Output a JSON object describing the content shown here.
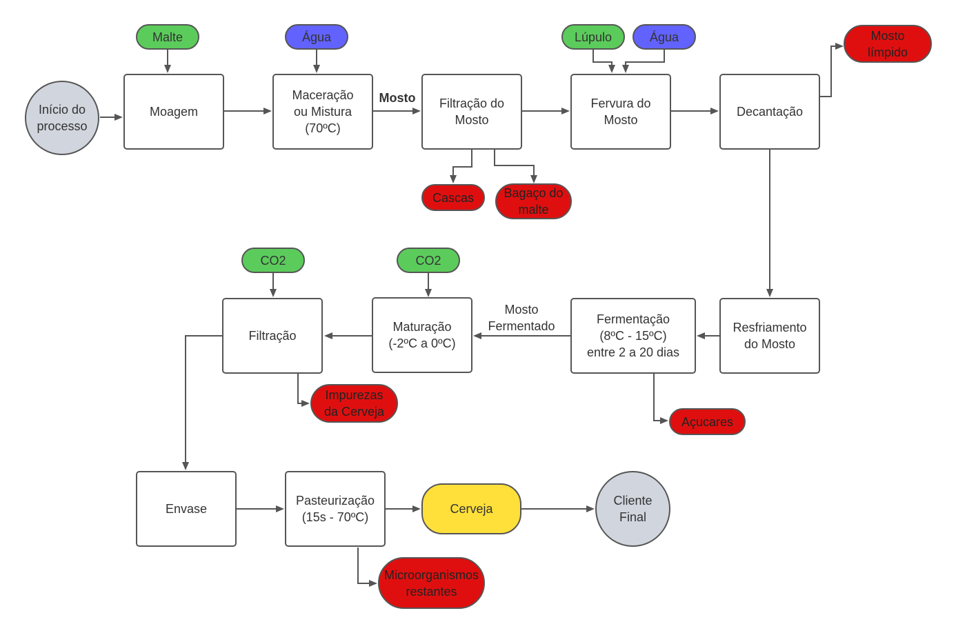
{
  "colors": {
    "input_green": "#5bcc5b",
    "input_blue": "#6262ff",
    "output_red": "#e00f0f",
    "product_yellow": "#ffe03a",
    "terminal_gray": "#d1d6de",
    "edge": "#555555"
  },
  "nodes": {
    "inicio": "Início do\nprocesso",
    "malte": "Malte",
    "agua1": "Água",
    "moagem": "Moagem",
    "maceracao": "Maceração\nou Mistura\n(70ºC)",
    "filtracao_mosto": "Filtração do\nMosto",
    "lupulo": "Lúpulo",
    "agua2": "Água",
    "fervura": "Fervura do\nMosto",
    "decantacao": "Decantação",
    "mosto_limpido": "Mosto\nlímpido",
    "cascas": "Cascas",
    "bagaco": "Bagaço do\nmalte",
    "co2_a": "CO2",
    "co2_b": "CO2",
    "filtracao": "Filtração",
    "maturacao": "Maturação\n(-2ºC a 0ºC)",
    "fermentacao": "Fermentação\n(8ºC - 15ºC)\nentre 2 a 20 dias",
    "resfriamento": "Resfriamento\ndo Mosto",
    "impurezas": "Impurezas\nda Cerveja",
    "acucares": "Açucares",
    "envase": "Envase",
    "pasteurizacao": "Pasteurização\n(15s - 70ºC)",
    "cerveja": "Cerveja",
    "cliente": "Cliente\nFinal",
    "microorganismos": "Microorganismos\nrestantes"
  },
  "edge_labels": {
    "mosto": "Mosto",
    "mosto_fermentado": "Mosto\nFermentado"
  }
}
